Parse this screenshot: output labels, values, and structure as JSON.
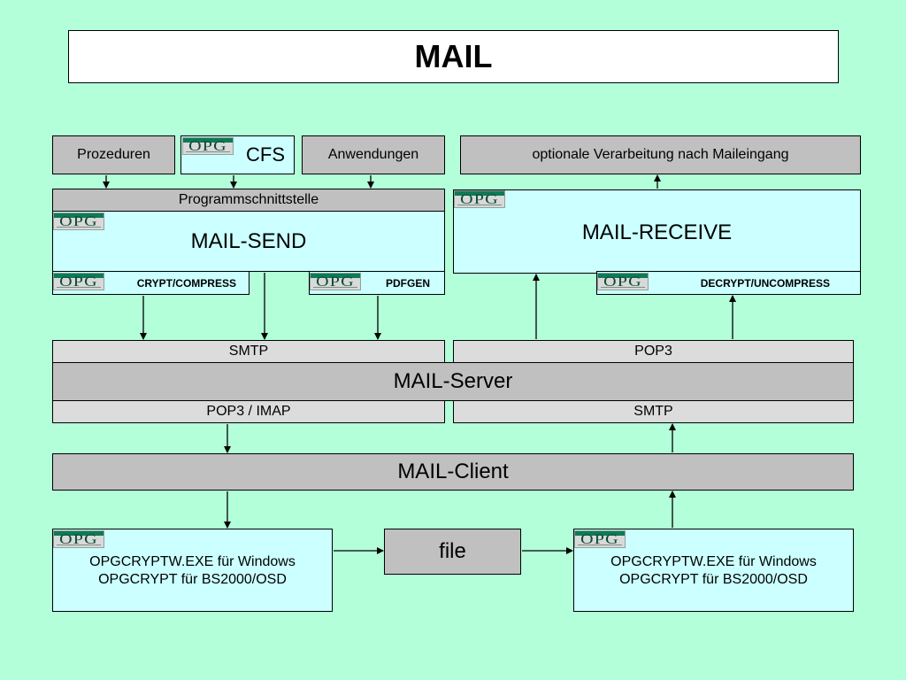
{
  "title": "MAIL",
  "logo_text": "OPG",
  "top": {
    "procedures": "Prozeduren",
    "cfs": "CFS",
    "applications": "Anwendungen",
    "optional_processing": "optionale Verarbeitung nach Maileingang"
  },
  "send": {
    "interface": "Programmschnittstelle",
    "title": "MAIL-SEND",
    "crypt": "CRYPT/COMPRESS",
    "pdfgen": "PDFGEN"
  },
  "receive": {
    "title": "MAIL-RECEIVE",
    "decrypt": "DECRYPT/UNCOMPRESS"
  },
  "server": {
    "smtp_left": "SMTP",
    "pop3_right": "POP3",
    "title": "MAIL-Server",
    "pop3_imap_left": "POP3 / IMAP",
    "smtp_right": "SMTP"
  },
  "client": {
    "title": "MAIL-Client"
  },
  "bottom": {
    "left_line1": "OPGCRYPTW.EXE  für Windows",
    "left_line2": "OPGCRYPT für BS2000/OSD",
    "file": "file",
    "right_line1": "OPGCRYPTW.EXE für Windows",
    "right_line2": "OPGCRYPT für BS2000/OSD"
  }
}
